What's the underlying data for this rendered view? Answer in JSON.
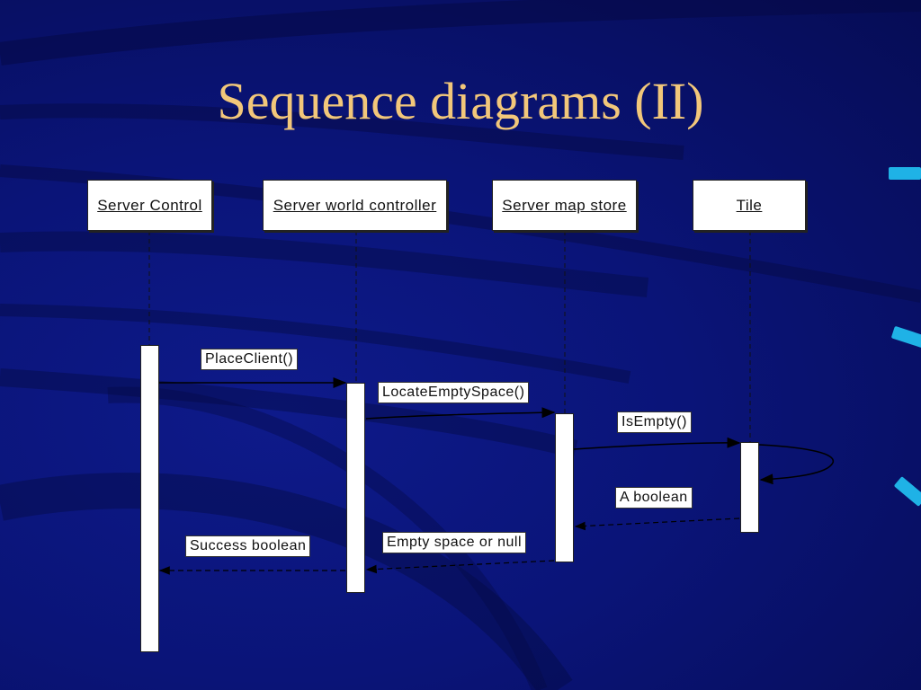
{
  "slide": {
    "title": "Sequence diagrams (II)"
  },
  "diagram": {
    "objects": [
      {
        "id": "server-control",
        "label": "Server Control"
      },
      {
        "id": "server-world-controller",
        "label": "Server world controller"
      },
      {
        "id": "server-map-store",
        "label": "Server map store"
      },
      {
        "id": "tile",
        "label": "Tile"
      }
    ],
    "messages": [
      {
        "label": "PlaceClient()",
        "kind": "call"
      },
      {
        "label": "LocateEmptySpace()",
        "kind": "call"
      },
      {
        "label": "IsEmpty()",
        "kind": "call"
      },
      {
        "label": "A boolean",
        "kind": "return"
      },
      {
        "label": "Empty space or null",
        "kind": "return"
      },
      {
        "label": "Success boolean",
        "kind": "return"
      }
    ]
  },
  "colors": {
    "background": "#0a1478",
    "title": "#f2c77a",
    "accent": "#1fb2e6"
  }
}
